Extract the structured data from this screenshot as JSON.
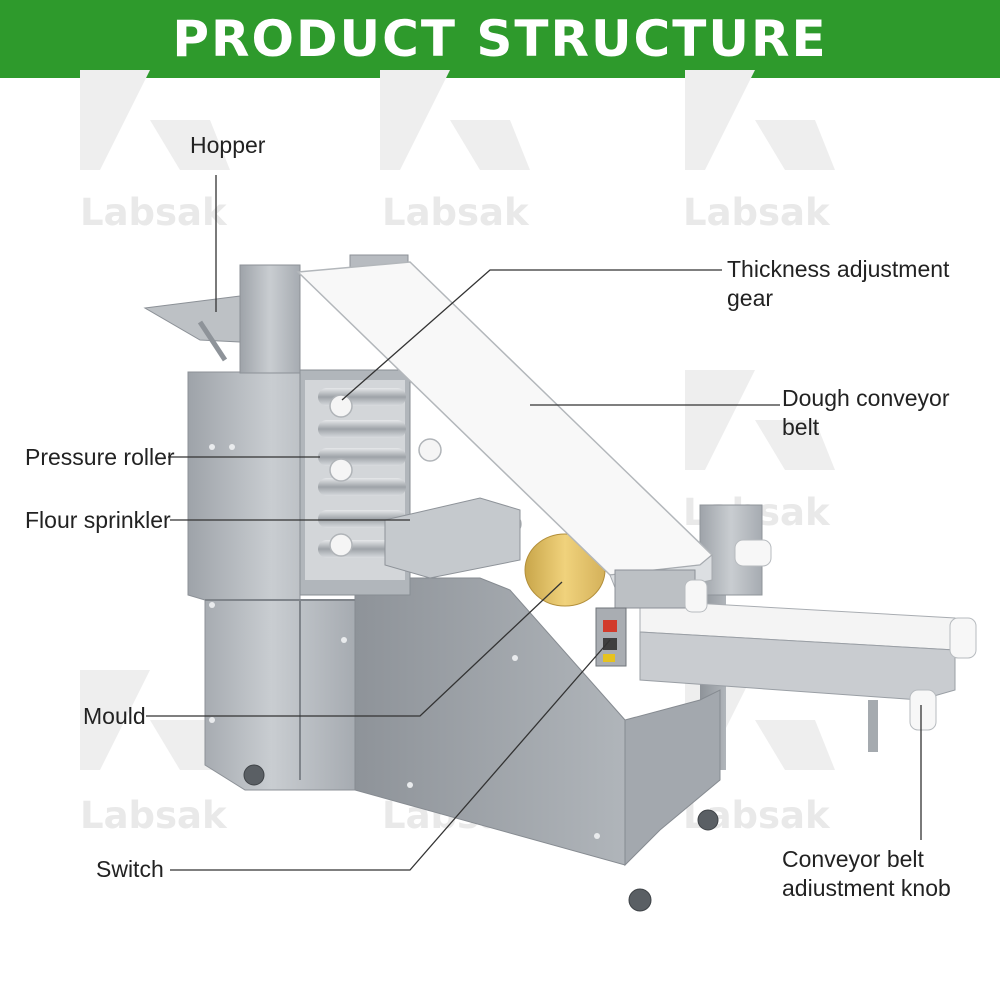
{
  "title": "PRODUCT STRUCTURE",
  "watermark": "Labsak",
  "colors": {
    "banner": "#2e9a2c",
    "steel": "#b8bcc1",
    "belt": "#f7f7f7",
    "dough": "#e3c46a",
    "callout_line": "#333333"
  },
  "callouts": {
    "hopper": "Hopper",
    "thickness_gear_1": "Thickness adjustment",
    "thickness_gear_2": "gear",
    "dough_belt_1": "Dough conveyor",
    "dough_belt_2": "belt",
    "pressure_roller": "Pressure roller",
    "flour_sprinkler": "Flour sprinkler",
    "mould": "Mould",
    "switch": "Switch",
    "belt_knob_1": "Conveyor belt",
    "belt_knob_2": "adiustment knob"
  }
}
